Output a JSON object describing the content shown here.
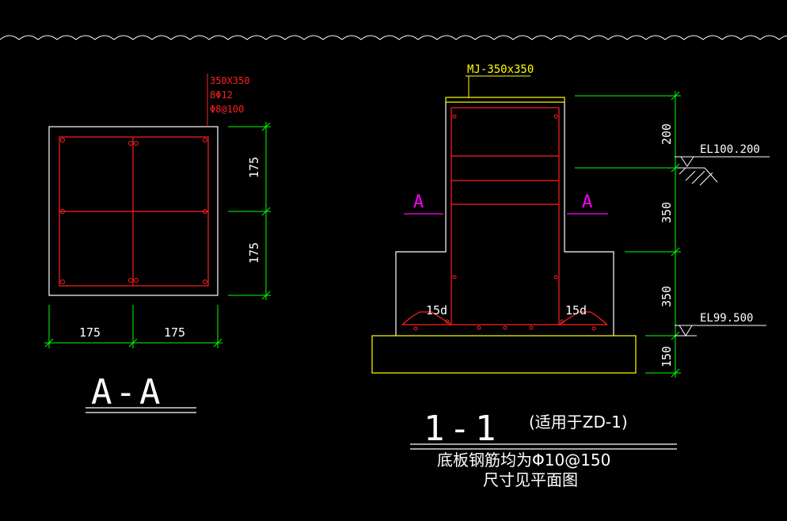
{
  "section_aa": {
    "rebar_note": [
      "350X350",
      "8Φ12",
      "Φ8@100"
    ],
    "dim_right": [
      "175",
      "175"
    ],
    "dim_bottom": [
      "175",
      "175"
    ],
    "title": "A-A"
  },
  "section_11": {
    "label_top": "MJ-350x350",
    "cut_left": "A",
    "cut_right": "A",
    "hook_left": "15d",
    "hook_right": "15d",
    "dims": [
      "200",
      "350",
      "350",
      "150"
    ],
    "elev_top": "EL100.200",
    "elev_bottom": "EL99.500",
    "title": "1-1",
    "subtitle": "(适用于ZD-1)",
    "note1": "底板钢筋均为Φ10@150",
    "note2": "尺寸见平面图"
  },
  "colors": {
    "outline": "#ffffff",
    "rebar": "#ff2020",
    "dimension": "#00ff00",
    "yellow": "#ffff00",
    "magenta": "#ff00ff"
  }
}
